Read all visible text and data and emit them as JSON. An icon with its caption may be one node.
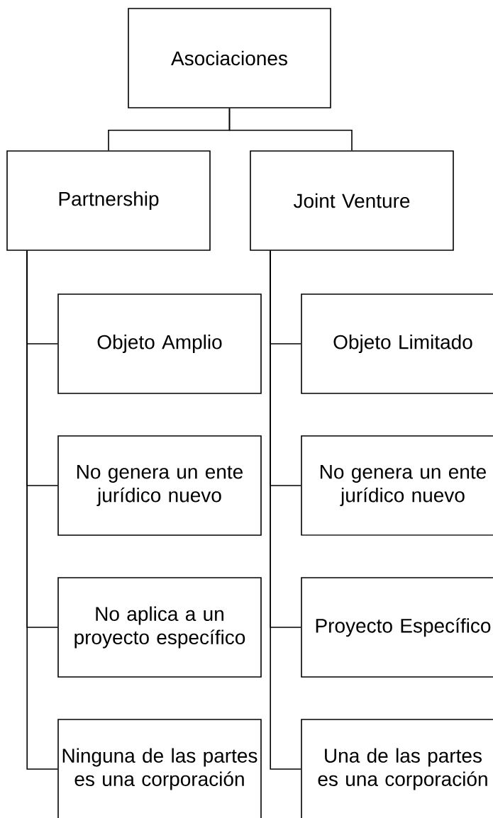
{
  "diagram": {
    "nodes": [
      {
        "text": [
          "Asociaciones"
        ]
      },
      {
        "text": [
          "Partnership"
        ]
      },
      {
        "text": [
          "Joint Venture"
        ]
      },
      {
        "text": [
          "Objeto Amplio"
        ]
      },
      {
        "text": [
          "No genera un ente jurídico nuevo"
        ]
      },
      {
        "text": [
          "No aplica a un proyecto específico"
        ]
      },
      {
        "text": [
          "Ninguna de las partes es una corporación"
        ]
      },
      {
        "text": [
          "Objeto Limitado"
        ]
      },
      {
        "text": [
          "No genera un ente jurídico nuevo"
        ]
      },
      {
        "text": [
          "Proyecto Específico"
        ]
      },
      {
        "text": [
          "Una de las partes es una corporación"
        ]
      }
    ],
    "edges": [
      {
        "from": 0,
        "to": 1,
        "arrow": "none"
      },
      {
        "from": 0,
        "to": 2,
        "arrow": "none"
      },
      {
        "from": 1,
        "to": 3,
        "arrow": "none"
      },
      {
        "from": 1,
        "to": 4,
        "arrow": "none"
      },
      {
        "from": 1,
        "to": 5,
        "arrow": "none"
      },
      {
        "from": 1,
        "to": 6,
        "arrow": "none"
      },
      {
        "from": 2,
        "to": 7,
        "arrow": "none"
      },
      {
        "from": 2,
        "to": 8,
        "arrow": "none"
      },
      {
        "from": 2,
        "to": 9,
        "arrow": "none"
      },
      {
        "from": 2,
        "to": 10,
        "arrow": "none"
      }
    ]
  }
}
